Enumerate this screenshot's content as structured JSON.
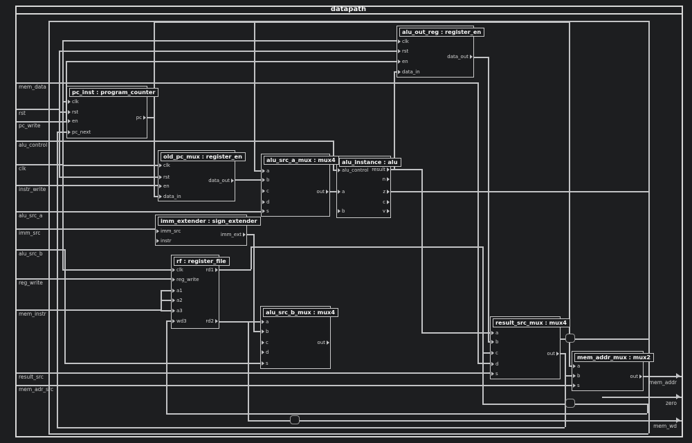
{
  "title": "datapath",
  "inputs": [
    "mem_data",
    "rst",
    "pc_write",
    "alu_control",
    "clk",
    "instr_write",
    "alu_src_a",
    "imm_src",
    "alu_src_b",
    "reg_write",
    "mem_instr",
    "result_src",
    "mem_adr_src"
  ],
  "outputs": [
    "mem_addr",
    "zero",
    "mem_wd"
  ],
  "blocks": [
    {
      "name": "pc_inst",
      "title": "pc_inst : program_counter",
      "inputs": [
        "clk",
        "rst",
        "en",
        "pc_next"
      ],
      "outputs": [
        "pc"
      ]
    },
    {
      "name": "alu_out_reg",
      "title": "alu_out_reg : register_en",
      "inputs": [
        "clk",
        "rst",
        "en",
        "data_in"
      ],
      "outputs": [
        "data_out"
      ]
    },
    {
      "name": "old_pc_mux",
      "title": "old_pc_mux : register_en",
      "inputs": [
        "clk",
        "rst",
        "en",
        "data_in"
      ],
      "outputs": [
        "data_out"
      ]
    },
    {
      "name": "alu_src_a_mux",
      "title": "alu_src_a_mux : mux4",
      "inputs": [
        "a",
        "b",
        "c",
        "d",
        "s"
      ],
      "outputs": [
        "out"
      ]
    },
    {
      "name": "alu_instance",
      "title": "alu_instance : alu",
      "inputs": [
        "alu_control",
        "a",
        "b"
      ],
      "outputs": [
        "result",
        "n",
        "z",
        "c",
        "v"
      ]
    },
    {
      "name": "imm_extender",
      "title": "imm_extender : sign_extender",
      "inputs": [
        "imm_src",
        "instr"
      ],
      "outputs": [
        "imm_ext"
      ]
    },
    {
      "name": "rf",
      "title": "rf : register_file",
      "inputs": [
        "clk",
        "reg_write",
        "a1",
        "a2",
        "a3",
        "wd3"
      ],
      "outputs": [
        "rd1",
        "rd2"
      ]
    },
    {
      "name": "alu_src_b_mux",
      "title": "alu_src_b_mux : mux4",
      "inputs": [
        "a",
        "b",
        "c",
        "d",
        "s"
      ],
      "outputs": [
        "out"
      ]
    },
    {
      "name": "result_src_mux",
      "title": "result_src_mux : mux4",
      "inputs": [
        "a",
        "b",
        "c",
        "d",
        "s"
      ],
      "outputs": [
        "out"
      ]
    },
    {
      "name": "mem_addr_mux",
      "title": "mem_addr_mux : mux2",
      "inputs": [
        "a",
        "b",
        "s"
      ],
      "outputs": [
        "out"
      ]
    }
  ],
  "colors": {
    "background": "#1d1e20",
    "wire": "#c2c3c5",
    "block_fill": "#1a1b1d",
    "text": "#e8e8e8"
  }
}
